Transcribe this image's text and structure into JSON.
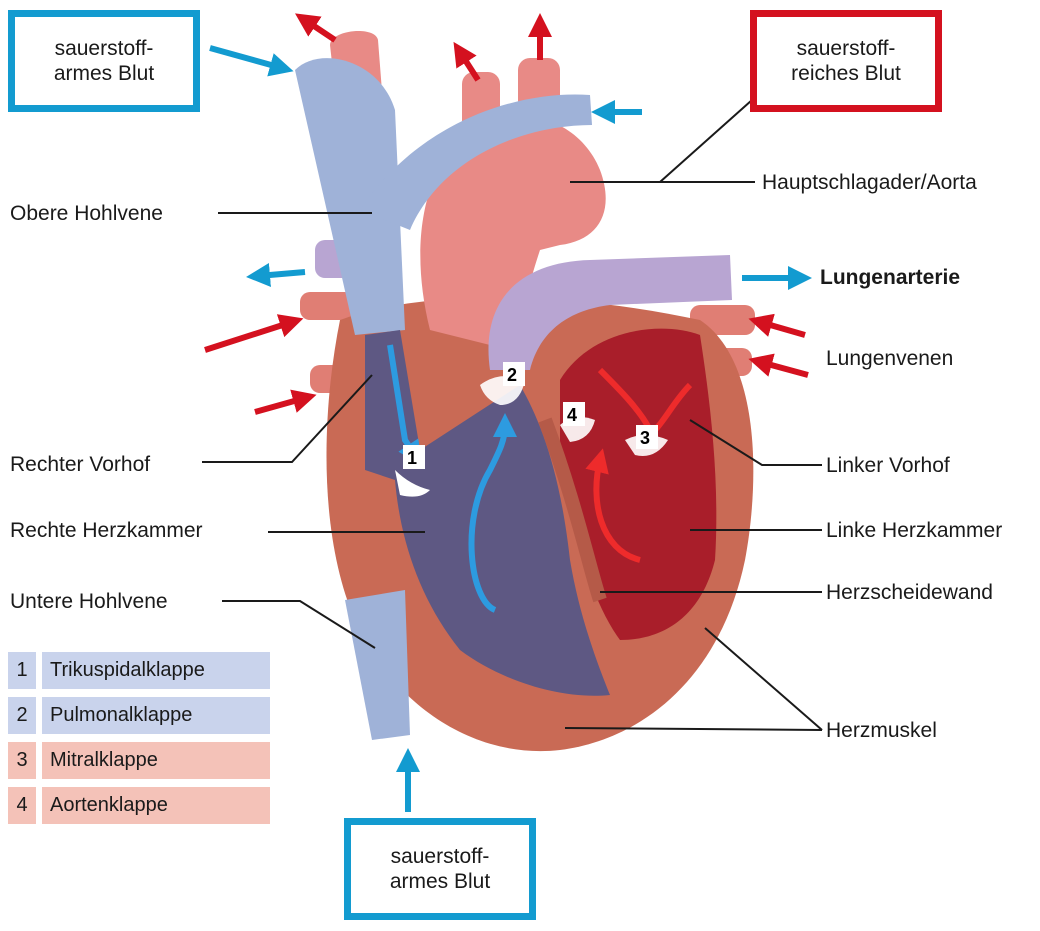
{
  "boxes": {
    "top_left": "sauerstoff-\narmes Blut",
    "top_right": "sauerstoff-\nreiches Blut",
    "bottom": "sauerstoff-\narmes Blut"
  },
  "labels": {
    "aorta": "Hauptschlagader/Aorta",
    "obere_hohlvene": "Obere Hohlvene",
    "lungenarterie": "Lungenarterie",
    "lungenvenen": "Lungenvenen",
    "rechter_vorhof": "Rechter Vorhof",
    "linker_vorhof": "Linker Vorhof",
    "rechte_herzkammer": "Rechte Herzkammer",
    "linke_herzkammer": "Linke Herzkammer",
    "untere_hohlvene": "Untere Hohlvene",
    "herzscheidewand": "Herzscheidewand",
    "herzmuskel": "Herzmuskel"
  },
  "valve_numbers": [
    "1",
    "2",
    "3",
    "4"
  ],
  "legend": [
    {
      "num": "1",
      "name": "Trikuspidalklappe",
      "group": "blue"
    },
    {
      "num": "2",
      "name": "Pulmonalklappe",
      "group": "blue"
    },
    {
      "num": "3",
      "name": "Mitralklappe",
      "group": "red"
    },
    {
      "num": "4",
      "name": "Aortenklappe",
      "group": "red"
    }
  ],
  "colors": {
    "deoxygenated": "#139bd0",
    "oxygenated": "#d4111f",
    "vein": "#9fb2d8",
    "artery": "#e88a86",
    "muscle": "#c96a55",
    "right_chamber": "#5e5883",
    "left_chamber": "#a91e2a"
  }
}
